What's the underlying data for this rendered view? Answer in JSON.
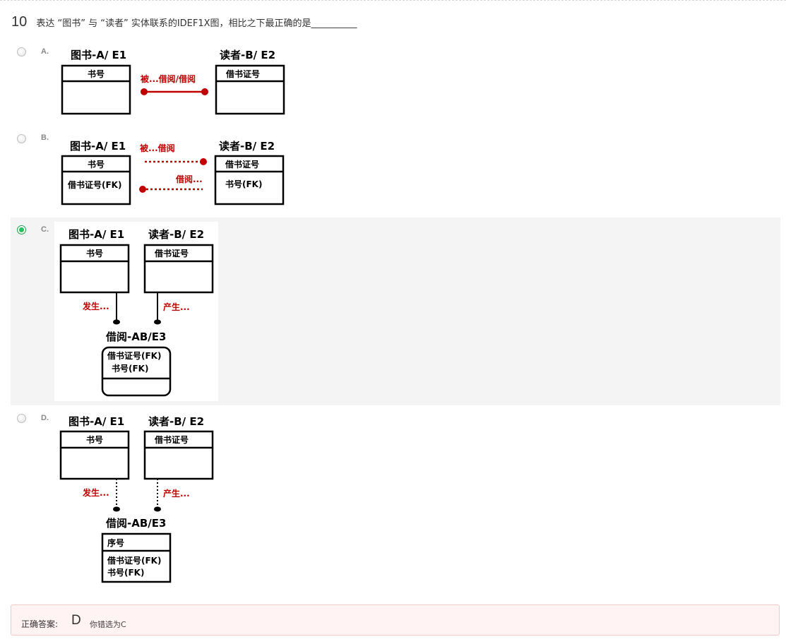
{
  "question": {
    "number": "10",
    "text": "表达 “图书” 与 “读者” 实体联系的IDEF1X图，相比之下最正确的是__________"
  },
  "options": [
    {
      "letter": "A.",
      "selected": false,
      "entity1": {
        "title": "图书-A/ E1",
        "key": "书号"
      },
      "entity2": {
        "title": "读者-B/ E2",
        "key": "借书证号"
      },
      "relation": "被...借阅/借阅"
    },
    {
      "letter": "B.",
      "selected": false,
      "entity1": {
        "title": "图书-A/ E1",
        "key": "书号",
        "attr": "借书证号(FK)"
      },
      "entity2": {
        "title": "读者-B/ E2",
        "key": "借书证号",
        "attr": "书号(FK)"
      },
      "relation_top": "被...借阅",
      "relation_bottom": "借阅..."
    },
    {
      "letter": "C.",
      "selected": true,
      "entity1": {
        "title": "图书-A/ E1",
        "key": "书号"
      },
      "entity2": {
        "title": "读者-B/ E2",
        "key": "借书证号"
      },
      "rel_left": "发生...",
      "rel_right": "产生...",
      "entity3": {
        "title": "借阅-AB/E3",
        "key1": "借书证号(FK)",
        "key2": "书号(FK)"
      }
    },
    {
      "letter": "D.",
      "selected": false,
      "entity1": {
        "title": "图书-A/ E1",
        "key": "书号"
      },
      "entity2": {
        "title": "读者-B/ E2",
        "key": "借书证号"
      },
      "rel_left": "发生...",
      "rel_right": "产生...",
      "entity3": {
        "title": "借阅-AB/E3",
        "key": "序号",
        "attr1": "借书证号(FK)",
        "attr2": "书号(FK)"
      }
    }
  ],
  "answer": {
    "label": "正确答案:",
    "value": "D",
    "your_choice": "你错选为C"
  },
  "colors": {
    "relation": "#c00000",
    "selected_bg": "#f4f4f4",
    "answer_bg": "#fff3f3",
    "radio_checked": "#22c55e"
  }
}
